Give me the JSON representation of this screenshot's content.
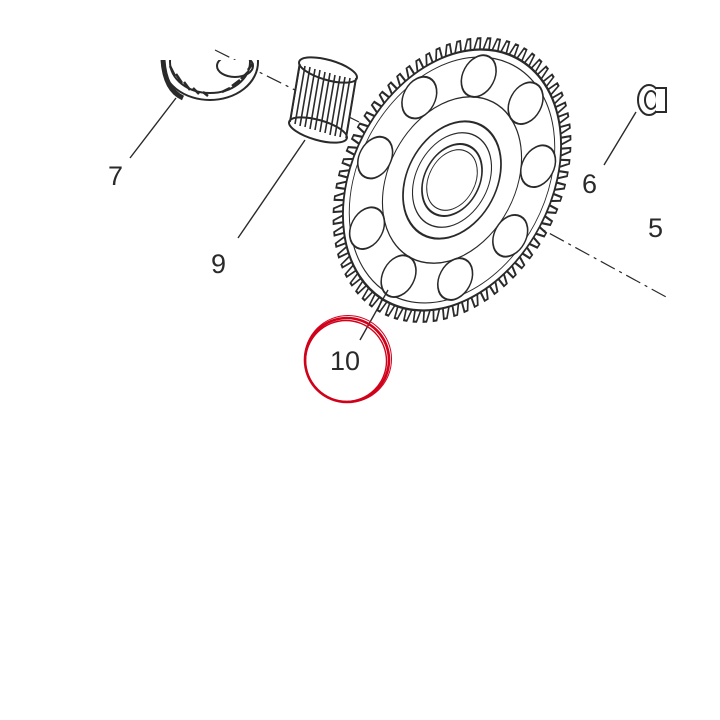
{
  "diagram": {
    "callouts": [
      {
        "id": "7",
        "label": "7"
      },
      {
        "id": "9",
        "label": "9"
      },
      {
        "id": "6",
        "label": "6"
      },
      {
        "id": "5",
        "label": "5"
      },
      {
        "id": "10",
        "label": "10"
      }
    ],
    "highlighted_callout": "10",
    "highlight_color": "#d0021b",
    "line_color": "#2a2a2a",
    "parts": [
      {
        "callout": "7",
        "icon": "bearing-cage-icon"
      },
      {
        "callout": "9",
        "icon": "needle-bearing-icon"
      },
      {
        "callout": "10",
        "icon": "gear-icon"
      },
      {
        "callout": "6",
        "icon": "bolt-icon"
      }
    ]
  }
}
